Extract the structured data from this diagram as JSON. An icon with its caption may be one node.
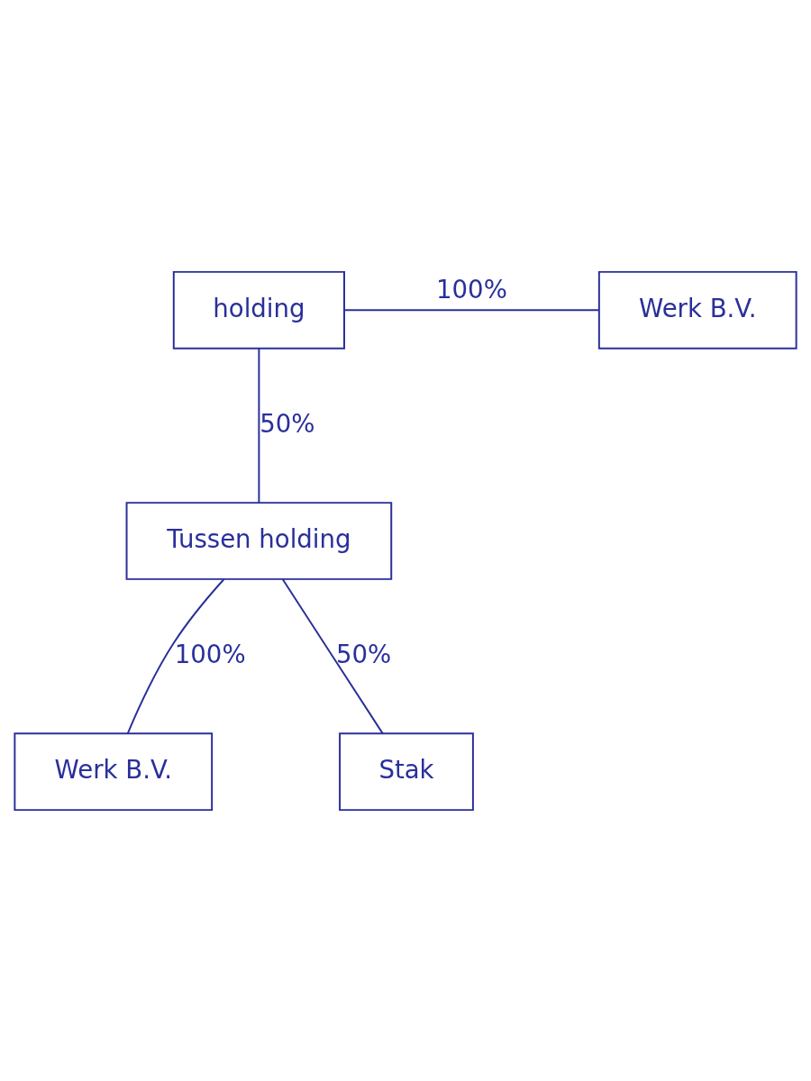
{
  "diagram": {
    "nodes": [
      {
        "text": [
          "holding"
        ]
      },
      {
        "text": [
          "Werk B.V."
        ]
      },
      {
        "text": [
          "Tussen holding"
        ]
      },
      {
        "text": [
          "Werk B.V."
        ]
      },
      {
        "text": [
          "Stak"
        ]
      }
    ],
    "edges": [
      {
        "from": 0,
        "to": 1,
        "arrow": "none",
        "label": "100%"
      },
      {
        "from": 0,
        "to": 2,
        "arrow": "none",
        "label": "50%"
      },
      {
        "from": 2,
        "to": 3,
        "arrow": "none",
        "label": "100%"
      },
      {
        "from": 2,
        "to": 4,
        "arrow": "none",
        "label": "50%"
      }
    ]
  }
}
